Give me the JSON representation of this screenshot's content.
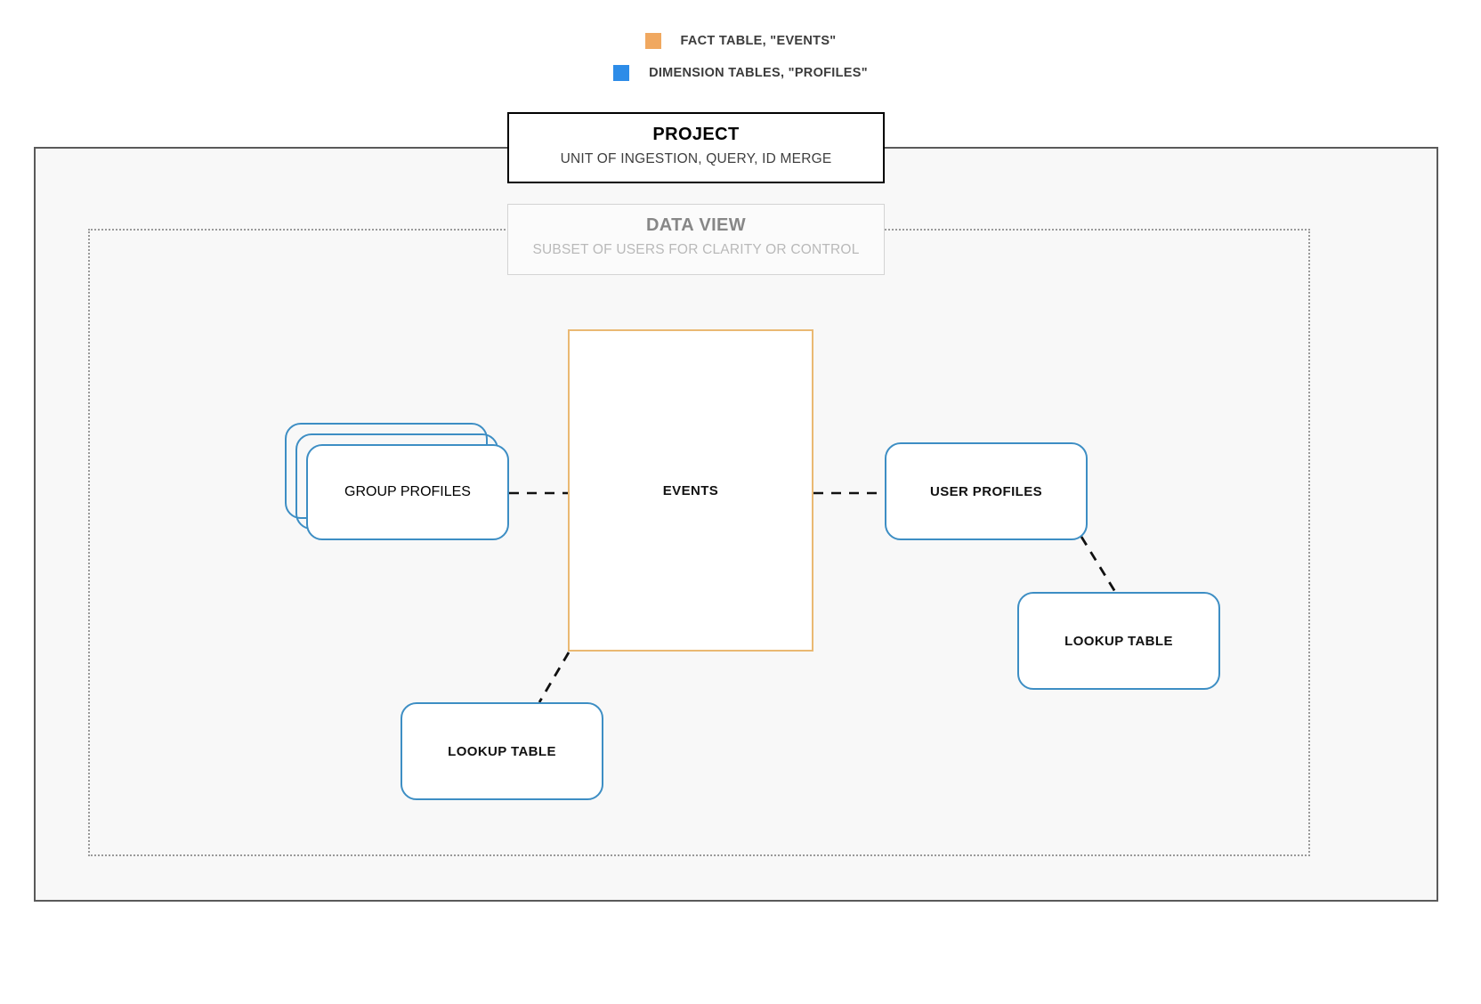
{
  "legend": {
    "items": [
      {
        "swatch_color": "#f0a860",
        "label": "FACT TABLE, \"EVENTS\"",
        "icon": "square-swatch-icon"
      },
      {
        "swatch_color": "#2d8ce8",
        "label": "DIMENSION TABLES, \"PROFILES\"",
        "icon": "square-swatch-icon"
      }
    ]
  },
  "containers": {
    "project": {
      "title": "PROJECT",
      "subtitle": "UNIT OF INGESTION, QUERY, ID MERGE",
      "border_color": "#000000"
    },
    "data_view": {
      "title": "DATA VIEW",
      "subtitle": "SUBSET OF USERS FOR CLARITY OR CONTROL",
      "border_color": "#d4d4d4"
    }
  },
  "nodes": {
    "events": {
      "label": "EVENTS",
      "color": "#eab973",
      "kind": "fact-table"
    },
    "group_profiles": {
      "label": "GROUP PROFILES",
      "color": "#3d8ec4",
      "kind": "dimension-table-stack"
    },
    "user_profiles": {
      "label": "USER PROFILES",
      "color": "#3d8ec4",
      "kind": "dimension-table"
    },
    "lookup_left": {
      "label": "LOOKUP TABLE",
      "color": "#3d8ec4",
      "kind": "lookup-table"
    },
    "lookup_right": {
      "label": "LOOKUP TABLE",
      "color": "#3d8ec4",
      "kind": "lookup-table"
    }
  },
  "edges": [
    {
      "from": "group_profiles",
      "to": "events",
      "style": "dashed"
    },
    {
      "from": "events",
      "to": "user_profiles",
      "style": "dashed"
    },
    {
      "from": "events",
      "to": "lookup_left",
      "style": "dashed"
    },
    {
      "from": "user_profiles",
      "to": "lookup_right",
      "style": "dashed"
    }
  ]
}
